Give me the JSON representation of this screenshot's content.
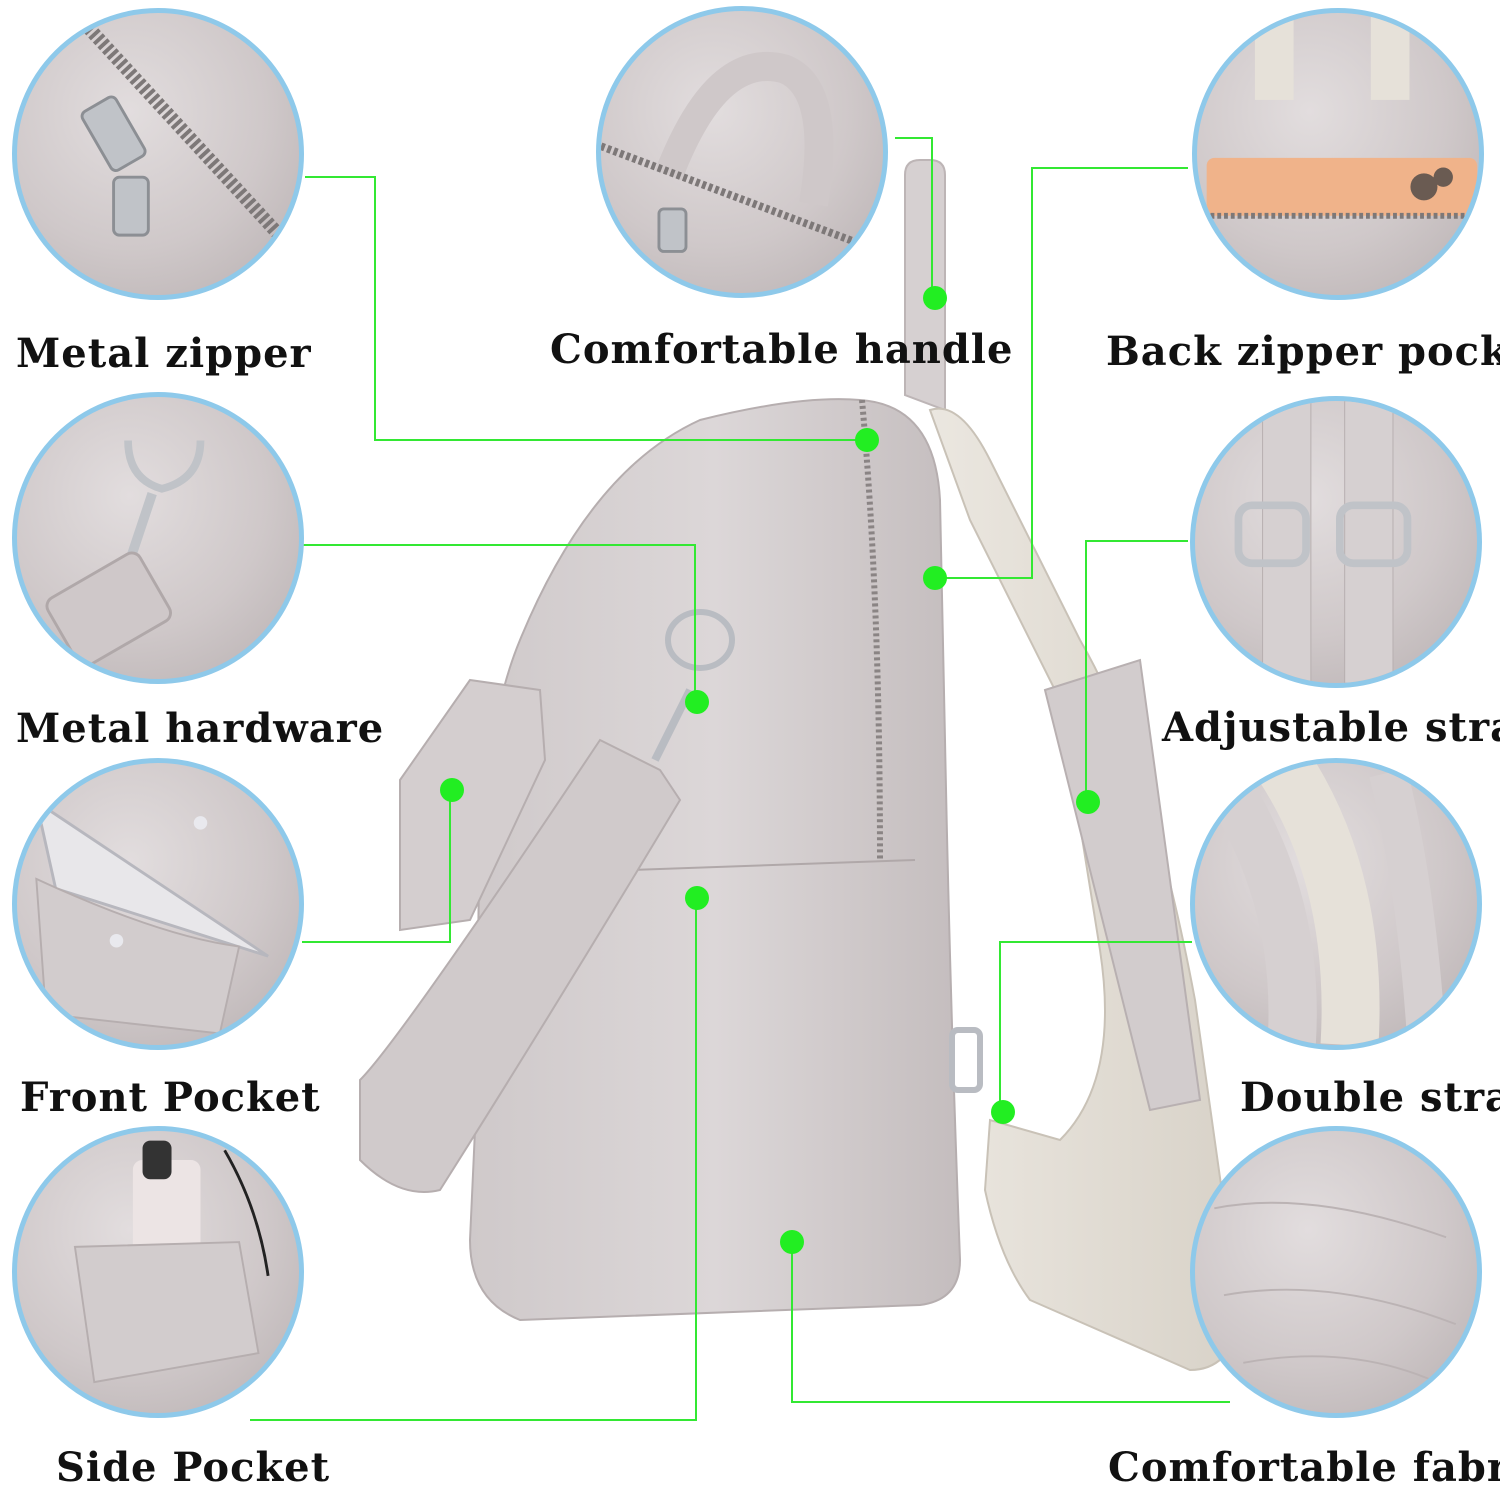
{
  "labels": {
    "metal_zipper": "Metal zipper",
    "comfortable_handle": "Comfortable handle",
    "back_zipper_pocket": "Back zipper pocket",
    "metal_hardware": "Metal hardware",
    "adjustable_strap": "Adjustable strap",
    "front_pocket": "Front Pocket",
    "double_strap": "Double strap",
    "side_pocket": "Side Pocket",
    "comfortable_fabric": "Comfortable fabric"
  },
  "colors": {
    "leader_line": "#33e833",
    "callout_dot": "#22ee22",
    "circle_border": "#8ec9ea",
    "leather": "#d3cdce",
    "strap_fabric": "#e6e1d9",
    "metal": "#b9bcc2"
  },
  "icons": {
    "callout_dot": "green-dot"
  }
}
